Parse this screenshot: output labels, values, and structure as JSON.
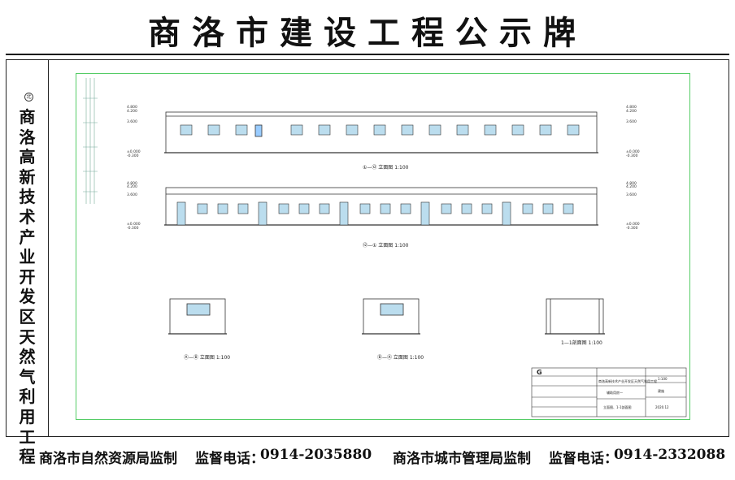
{
  "title": "商洛市建设工程公示牌",
  "sidebar": {
    "north": "北",
    "project": "商洛高新技术产业开发区天然气利用工程"
  },
  "drawing": {
    "views": [
      {
        "label": "①—⑫ 立面图",
        "scale": "1:100"
      },
      {
        "label": "⑫—① 立面图",
        "scale": "1:100"
      },
      {
        "label": "Ⓐ—Ⓑ 立面图",
        "scale": "1:100"
      },
      {
        "label": "Ⓑ—Ⓐ 立面图",
        "scale": "1:100"
      },
      {
        "label": "1—1剖面图",
        "scale": "1:100"
      }
    ],
    "levels": [
      "4.800",
      "4.200",
      "3.600",
      "±0.000",
      "-0.300"
    ],
    "axis_marks": [
      "①",
      "⑫",
      "Ⓐ",
      "Ⓑ"
    ],
    "title_block": {
      "logo": "G",
      "rows": [
        "商洛高新技术产业开发区天然气利用工程",
        "辅助用房一",
        "立面图、1-1剖面图"
      ],
      "fields": [
        "1:100",
        "建施",
        "2020.12"
      ]
    }
  },
  "footer": {
    "left_org": "商洛市自然资源局监制",
    "left_phone_label": "监督电话：",
    "left_phone": "0914-2035880",
    "right_org": "商洛市城市管理局监制",
    "right_phone_label": "监督电话：",
    "right_phone": "0914-2332088"
  }
}
